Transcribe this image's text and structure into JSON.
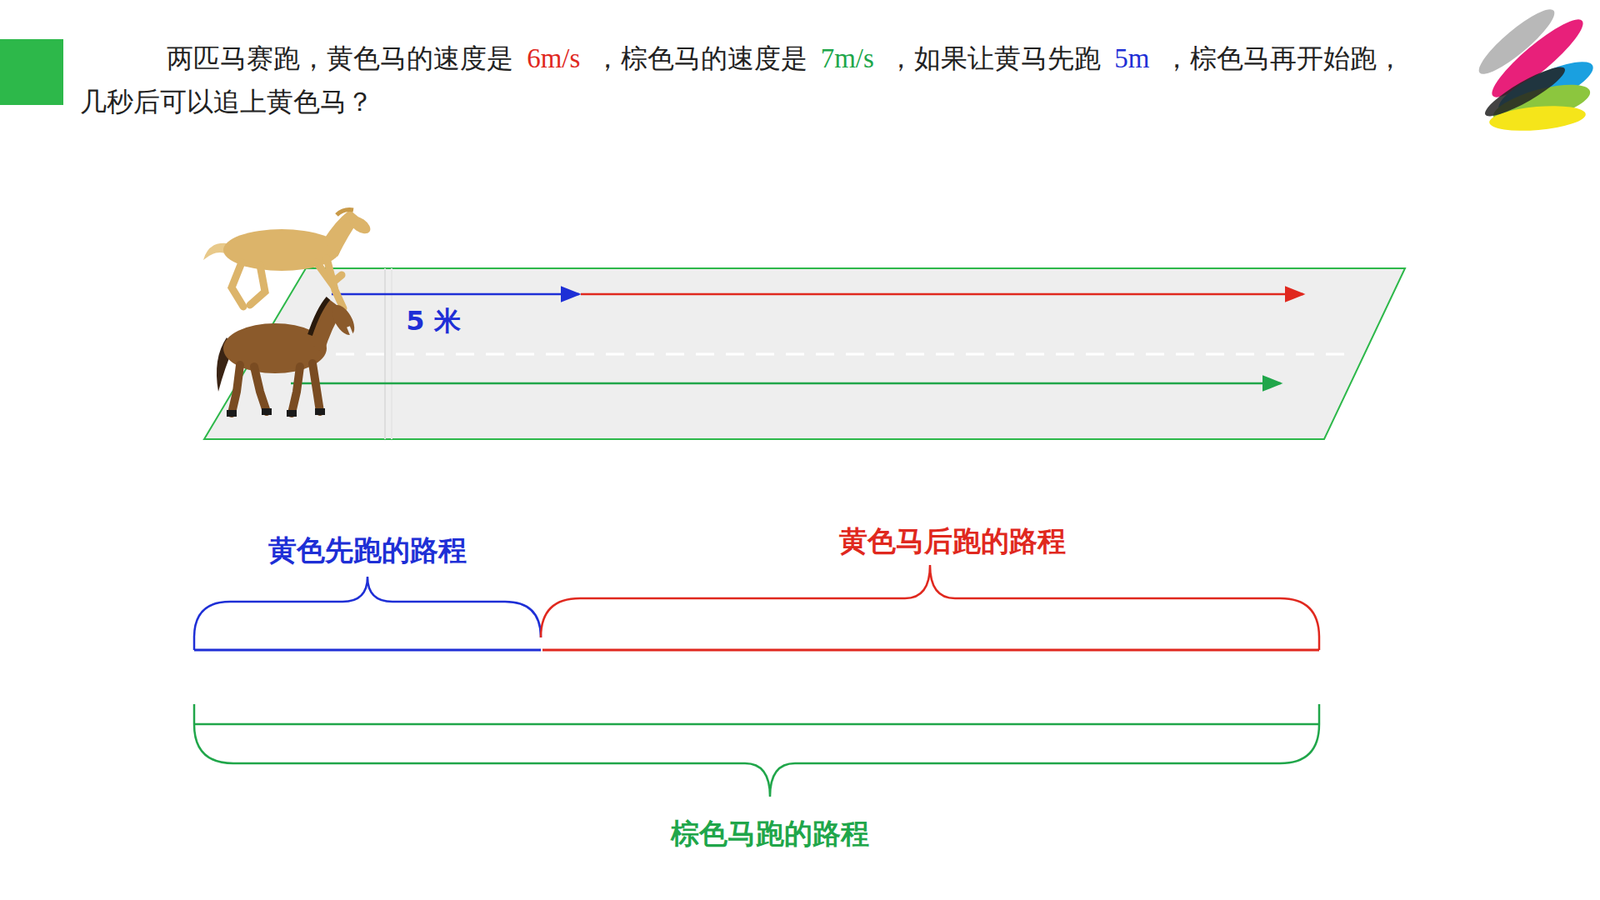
{
  "diagram": {
    "title": "两匹马赛跑，黄色马的速度是 6m/s ，棕色马的速度是 7m/s ，如果让黄马先跑 5m ，棕色马再开始跑，几秒后可以追上黄色马？",
    "labels": [
      "5 米",
      "黄色先跑的路程",
      "黄色马后跑的路程",
      "棕色马跑的路程"
    ]
  }
}
